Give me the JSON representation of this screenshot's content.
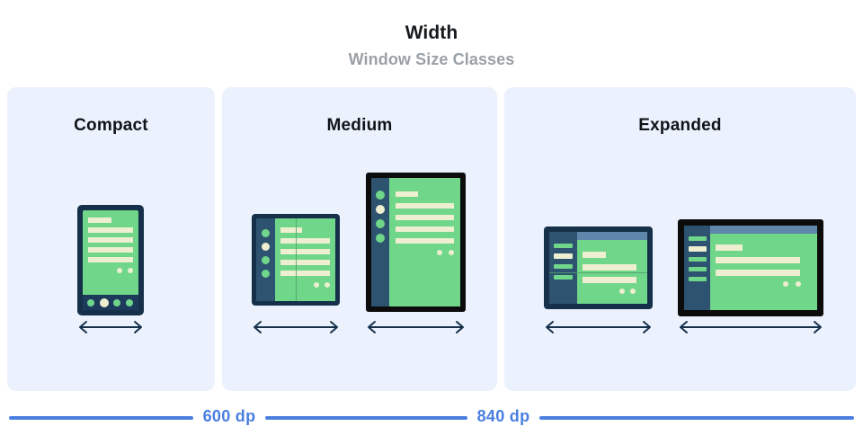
{
  "header": {
    "title": "Width",
    "subtitle": "Window Size Classes"
  },
  "panels": [
    {
      "label": "Compact"
    },
    {
      "label": "Medium"
    },
    {
      "label": "Expanded"
    }
  ],
  "scale": {
    "breakpoints": [
      {
        "label": "600 dp"
      },
      {
        "label": "840 dp"
      }
    ]
  },
  "colors": {
    "panel_background": "#ebf2fd",
    "screen_green": "#6fd68a",
    "content_cream": "#edefd0",
    "rail_slate": "#2e5370",
    "frame_navy": "#16304a",
    "frame_black": "#0c0c0c",
    "topbar_steel": "#5e87ab",
    "accent_blue": "#4a7fe0",
    "subtitle_gray": "#9aa0a6",
    "arrow_navy": "#16304a"
  },
  "devices": {
    "compact_phone": {
      "kind": "phone-portrait",
      "nav_dots": 4,
      "active_dot_index": 1
    },
    "medium_foldable": {
      "kind": "foldable-portrait",
      "rail_dots": 4,
      "active_dot_index": 1
    },
    "medium_tablet": {
      "kind": "tablet-portrait",
      "rail_dots": 4,
      "active_dot_index": 1
    },
    "expanded_foldable": {
      "kind": "foldable-landscape",
      "rail_bars": 4,
      "active_bar_index": 1
    },
    "expanded_tablet": {
      "kind": "tablet-landscape",
      "rail_bars": 5,
      "active_bar_index": 1
    }
  }
}
